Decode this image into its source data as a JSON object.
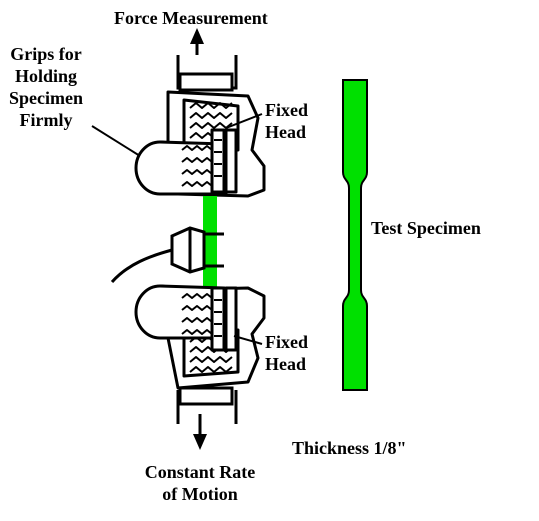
{
  "labels": {
    "force_measurement": "Force Measurement",
    "grips_line1": "Grips for",
    "grips_line2": "Holding",
    "grips_line3": "Specimen",
    "grips_line4": "Firmly",
    "fixed_head_top_line1": "Fixed",
    "fixed_head_top_line2": "Head",
    "fixed_head_bottom_line1": "Fixed",
    "fixed_head_bottom_line2": "Head",
    "test_specimen": "Test Specimen",
    "thickness": "Thickness 1/8\"",
    "constant_rate_line1": "Constant Rate",
    "constant_rate_line2": "of Motion"
  },
  "colors": {
    "specimen_green": "#00e000",
    "line_black": "#000000",
    "background": "#ffffff"
  },
  "icons": {
    "up_arrow": "force-arrow-up-icon",
    "down_arrow": "motion-arrow-down-icon"
  }
}
